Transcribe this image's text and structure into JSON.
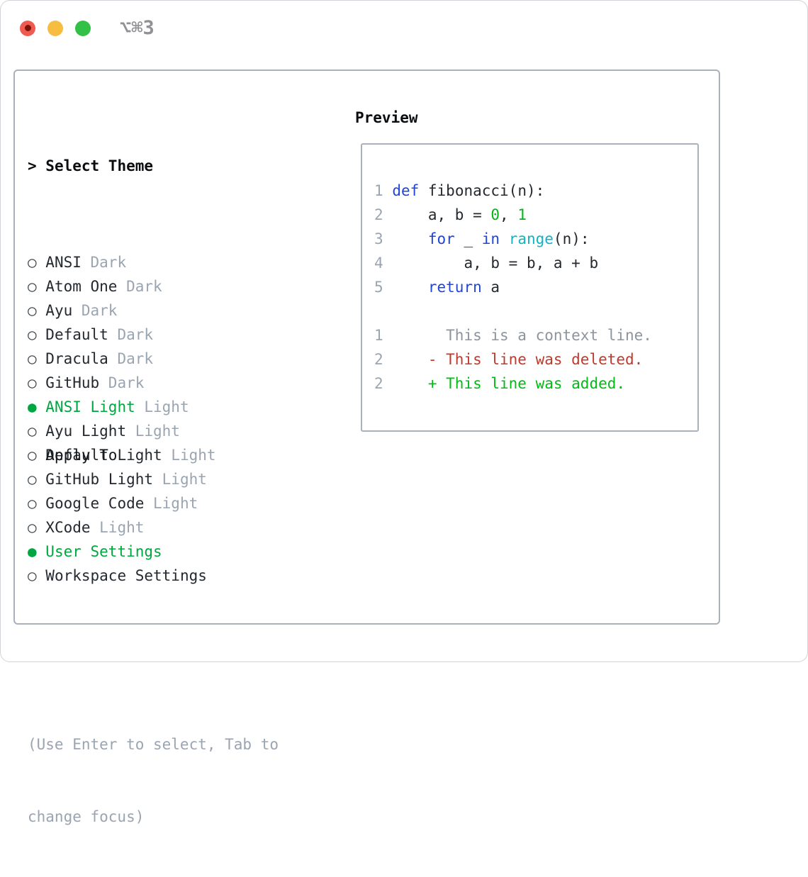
{
  "window": {
    "shortcut": "⌥⌘3",
    "controls": [
      {
        "name": "close",
        "color": "#ef5b51",
        "dot": "#7c1208"
      },
      {
        "name": "minimize",
        "color": "#f6bd40"
      },
      {
        "name": "zoom",
        "color": "#32c146"
      }
    ]
  },
  "colors": {
    "text": "#24292f",
    "bold_text": "#0b0d10",
    "muted": "#9aa5b1",
    "ctx": "#8c949d",
    "green": "#00a63f",
    "bullet": "#3f454c",
    "kw": "#2045db",
    "builtin": "#0fb4c4",
    "lit": "#00b717",
    "del": "#c2382b",
    "add": "#00bd13",
    "border": "#a9b1bc",
    "shortcut": "#909194"
  },
  "left": {
    "title_prefix": "> ",
    "title": "Select Theme",
    "radio_unselected": "○ ",
    "radio_selected": "● ",
    "themes": [
      {
        "name": "ANSI",
        "variant": "Dark",
        "selected": false
      },
      {
        "name": "Atom One",
        "variant": "Dark",
        "selected": false
      },
      {
        "name": "Ayu",
        "variant": "Dark",
        "selected": false
      },
      {
        "name": "Default",
        "variant": "Dark",
        "selected": false
      },
      {
        "name": "Dracula",
        "variant": "Dark",
        "selected": false
      },
      {
        "name": "GitHub",
        "variant": "Dark",
        "selected": false
      },
      {
        "name": "ANSI Light",
        "variant": "Light",
        "selected": true
      },
      {
        "name": "Ayu Light",
        "variant": "Light",
        "selected": false
      },
      {
        "name": "Default Light",
        "variant": "Light",
        "selected": false
      },
      {
        "name": "GitHub Light",
        "variant": "Light",
        "selected": false
      },
      {
        "name": "Google Code",
        "variant": "Light",
        "selected": false
      },
      {
        "name": "XCode",
        "variant": "Light",
        "selected": false
      }
    ],
    "apply": {
      "title": "Apply To",
      "options": [
        {
          "label": "User Settings",
          "selected": true
        },
        {
          "label": "Workspace Settings",
          "selected": false
        }
      ]
    },
    "hint_lines": [
      "(Use Enter to select, Tab to",
      "change focus)"
    ]
  },
  "preview": {
    "title": "Preview",
    "lines": [
      {
        "kind": "code",
        "segments": [
          {
            "t": "1",
            "c": "num"
          },
          {
            "t": " ",
            "c": "plain"
          },
          {
            "t": "def",
            "c": "kw"
          },
          {
            "t": " fibonacci(n):",
            "c": "plain"
          }
        ]
      },
      {
        "kind": "code",
        "segments": [
          {
            "t": "2",
            "c": "num"
          },
          {
            "t": "     ",
            "c": "plain"
          },
          {
            "t": "a, b = ",
            "c": "plain"
          },
          {
            "t": "0",
            "c": "lit"
          },
          {
            "t": ", ",
            "c": "plain"
          },
          {
            "t": "1",
            "c": "lit"
          }
        ]
      },
      {
        "kind": "code",
        "segments": [
          {
            "t": "3",
            "c": "num"
          },
          {
            "t": "     ",
            "c": "plain"
          },
          {
            "t": "for",
            "c": "kw"
          },
          {
            "t": " _ ",
            "c": "plain"
          },
          {
            "t": "in",
            "c": "kw"
          },
          {
            "t": " ",
            "c": "plain"
          },
          {
            "t": "range",
            "c": "builtin"
          },
          {
            "t": "(n):",
            "c": "plain"
          }
        ]
      },
      {
        "kind": "code",
        "segments": [
          {
            "t": "4",
            "c": "num"
          },
          {
            "t": "         a, b = b, a + b",
            "c": "plain"
          }
        ]
      },
      {
        "kind": "code",
        "segments": [
          {
            "t": "5",
            "c": "num"
          },
          {
            "t": "     ",
            "c": "plain"
          },
          {
            "t": "return",
            "c": "kw"
          },
          {
            "t": " a",
            "c": "plain"
          }
        ]
      },
      {
        "kind": "blank",
        "segments": []
      },
      {
        "kind": "context",
        "segments": [
          {
            "t": "1",
            "c": "num"
          },
          {
            "t": "       This is a context line.",
            "c": "ctx"
          }
        ]
      },
      {
        "kind": "deleted",
        "segments": [
          {
            "t": "2",
            "c": "num"
          },
          {
            "t": "     ",
            "c": "plain"
          },
          {
            "t": "- This line was deleted.",
            "c": "del"
          }
        ]
      },
      {
        "kind": "added",
        "segments": [
          {
            "t": "2",
            "c": "num"
          },
          {
            "t": "     ",
            "c": "plain"
          },
          {
            "t": "+ This line was added.",
            "c": "add"
          }
        ]
      }
    ]
  }
}
